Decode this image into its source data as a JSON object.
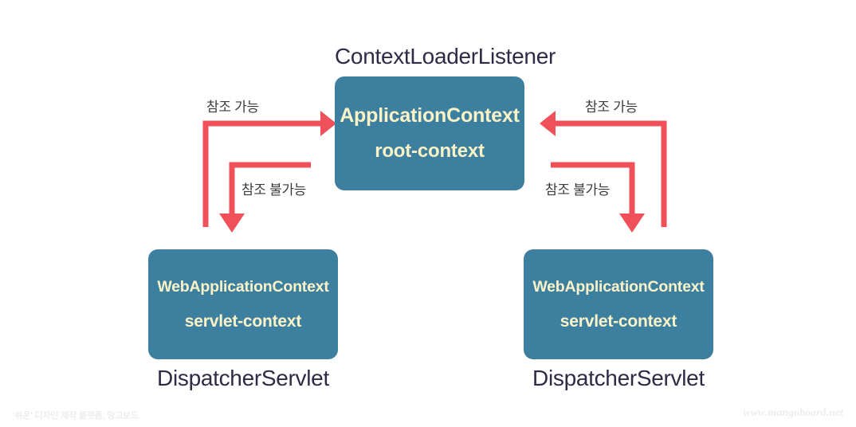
{
  "diagram": {
    "title": "Spring MVC Context Hierarchy",
    "colors": {
      "box_fill": "#3d7f9e",
      "box_text": "#fbf3c8",
      "caption_text": "#2f2a45",
      "arrow": "#f0505a",
      "arrow_label_text": "#3b3b3b",
      "background": "#ffffff",
      "footer_text": "#ededed"
    },
    "captions": {
      "top": "ContextLoaderListener",
      "bottom_left": "DispatcherServlet",
      "bottom_right": "DispatcherServlet"
    },
    "boxes": {
      "root": {
        "line1": "ApplicationContext",
        "line2": "root-context"
      },
      "left_servlet": {
        "line1": "WebApplicationContext",
        "line2": "servlet-context"
      },
      "right_servlet": {
        "line1": "WebApplicationContext",
        "line2": "servlet-context"
      }
    },
    "arrow_labels": {
      "left_allowed": "참조 가능",
      "left_denied": "참조 불가능",
      "right_allowed": "참조 가능",
      "right_denied": "참조 불가능"
    }
  },
  "footer": {
    "left": "'쉬운' 디자인 제작 플랫폼, 망고보드",
    "right": "www.mangoboard.net"
  }
}
